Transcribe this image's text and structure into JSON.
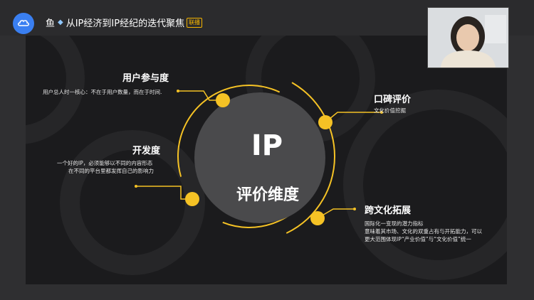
{
  "header": {
    "title_prefix": "鱼",
    "title": "从IP经济到IP经纪的迭代聚焦",
    "badge": "联播"
  },
  "slide": {
    "center": {
      "big": "IP",
      "sub": "评价维度"
    },
    "items": [
      {
        "key": "participation",
        "heading": "用户参与度",
        "desc": [
          "用户总人时一核心：不在于用户数量，而在于时间."
        ]
      },
      {
        "key": "word_of_mouth",
        "heading": "口碑评价",
        "desc": [
          "文化价值挖掘"
        ]
      },
      {
        "key": "development",
        "heading": "开发度",
        "desc": [
          "一个好的IP，必须能够以不同的内容形态",
          "在不同的平台里都发挥自己的影响力"
        ]
      },
      {
        "key": "cross_culture",
        "heading": "跨文化拓展",
        "desc": [
          "国际化一变现的潜力指标",
          "意味着其市场、文化的双重占有与开拓能力，可以",
          "更大范围体现IP“产业价值”与“文化价值”统一"
        ]
      }
    ]
  },
  "colors": {
    "accent": "#f5c225",
    "app_icon": "#3a7ff1"
  }
}
